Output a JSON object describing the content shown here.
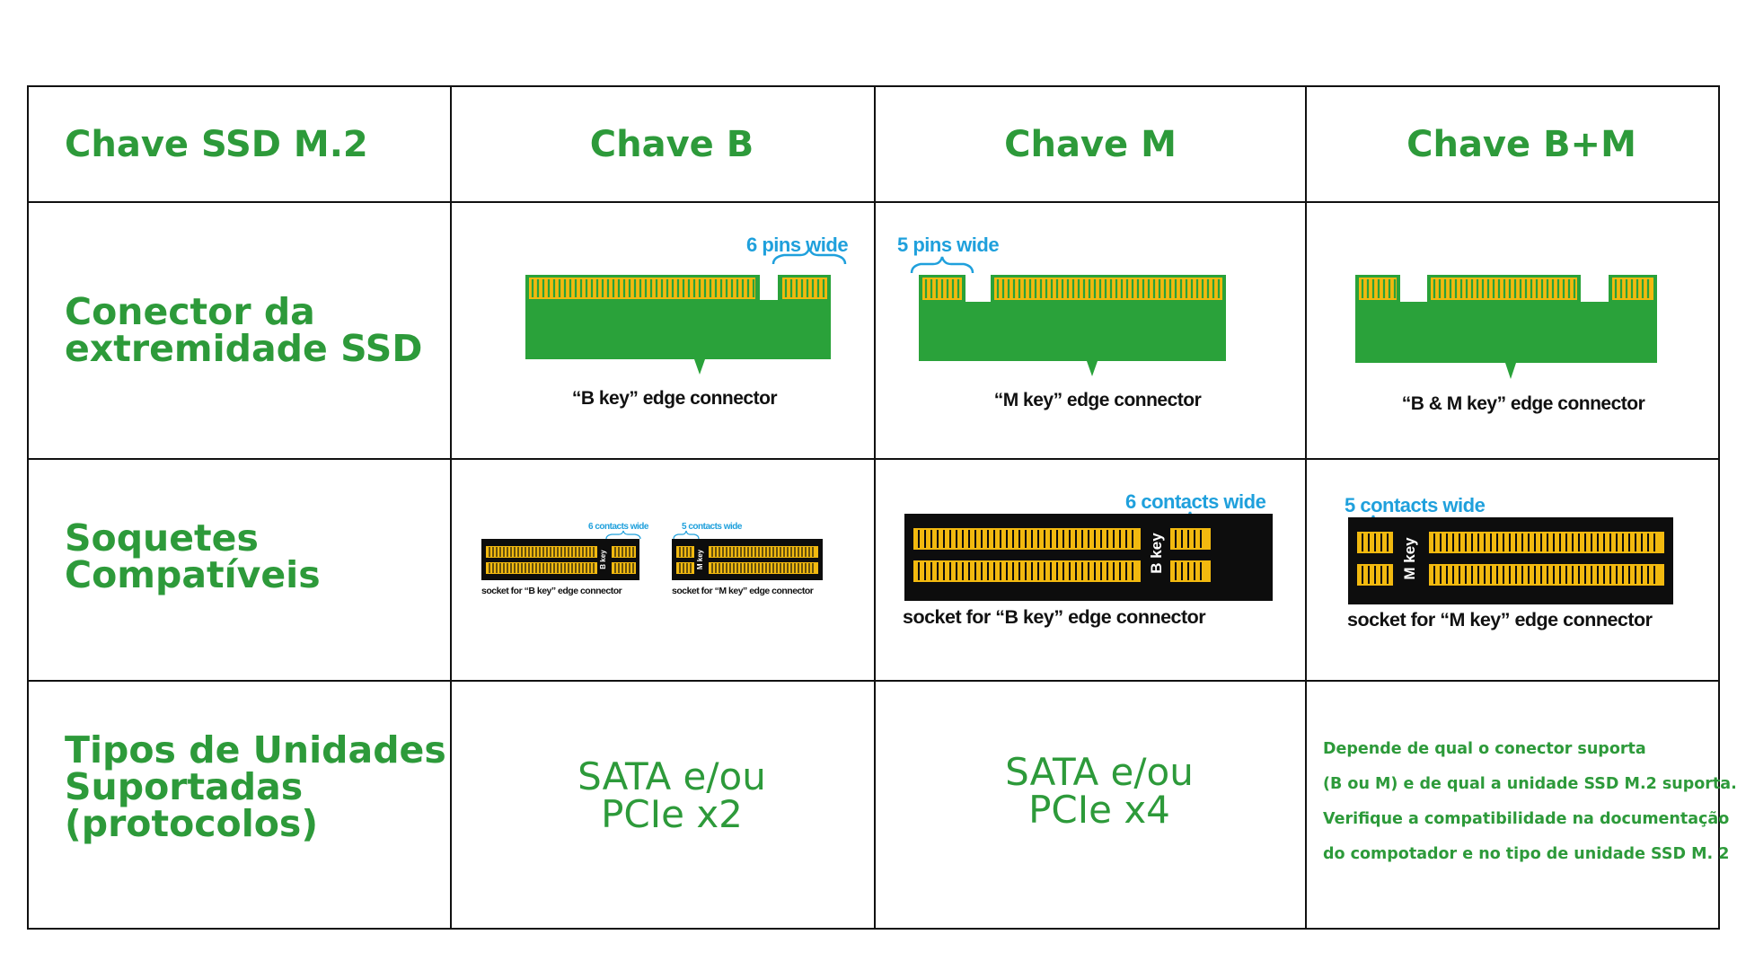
{
  "header": {
    "col0": "Chave SSD M.2",
    "col1": "Chave B",
    "col2": "Chave M",
    "col3": "Chave B+M"
  },
  "rows": {
    "connector": {
      "label_line1": "Conector da",
      "label_line2": "extremidade SSD"
    },
    "sockets": {
      "label_line1": "Soquetes",
      "label_line2": "Compatíveis"
    },
    "protocols": {
      "label_line1": "Tipos de Unidades",
      "label_line2": "Suportadas",
      "label_line3": "(protocolos)"
    }
  },
  "connectors": {
    "b": {
      "annotation": "6 pins wide",
      "caption": "“B key” edge connector"
    },
    "m": {
      "annotation": "5 pins wide",
      "caption": "“M key” edge connector"
    },
    "bm": {
      "caption": "“B & M key” edge connector"
    }
  },
  "sockets": {
    "small_b": {
      "annotation": "6 contacts wide",
      "key": "B key",
      "caption": "socket for “B key” edge connector"
    },
    "small_m": {
      "annotation": "5 contacts wide",
      "key": "M key",
      "caption": "socket for “M key” edge connector"
    },
    "large_b": {
      "annotation": "6 contacts wide",
      "key": "B key",
      "caption": "socket for “B key” edge connector"
    },
    "large_m": {
      "annotation": "5 contacts wide",
      "key": "M key",
      "caption": "socket for “M key” edge connector"
    }
  },
  "protocols": {
    "b": {
      "line1": "SATA e/ou",
      "line2": "PCIe x2"
    },
    "m": {
      "line1": "SATA e/ou",
      "line2": "PCIe x4"
    },
    "bm": {
      "line1": "Depende de qual o conector suporta",
      "line2": "(B ou M) e de qual a unidade SSD M.2 suporta.",
      "line3": "Verifique a compatibilidade na documentação",
      "line4": "do compotador e no tipo de unidade SSD M. 2"
    }
  },
  "colors": {
    "green": "#2d9a3a",
    "pcb": "#2aa23a",
    "gold": "#f2b90f",
    "blue": "#1fa0dc",
    "socket": "#0d0d0d"
  }
}
